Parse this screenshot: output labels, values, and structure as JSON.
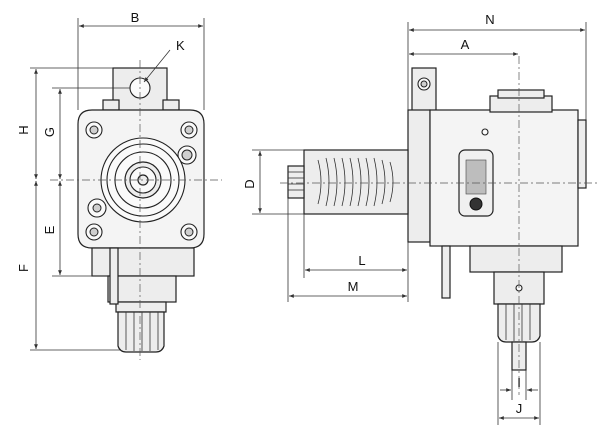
{
  "dimension_labels": {
    "B": "B",
    "K": "K",
    "H": "H",
    "G": "G",
    "E": "E",
    "F": "F",
    "N": "N",
    "A": "A",
    "D": "D",
    "L": "L",
    "M": "M",
    "I": "I",
    "J": "J"
  }
}
